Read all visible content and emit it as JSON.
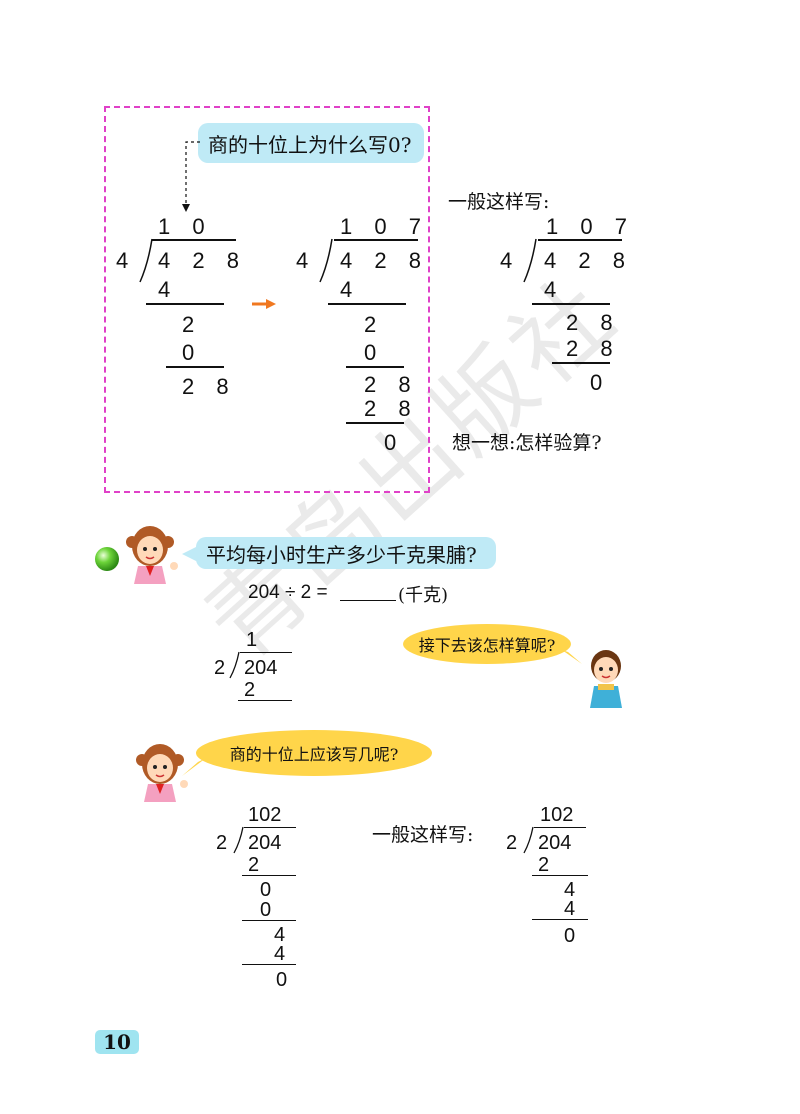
{
  "box": {
    "question": "商的十位上为什么写0?",
    "div1": {
      "quotient": "1 0",
      "divisor": "4",
      "dividend": "4 2 8",
      "r1": "4",
      "r2": "2",
      "r3": "0",
      "r4": "2 8"
    },
    "div2": {
      "quotient": "1 0 7",
      "divisor": "4",
      "dividend": "4 2 8",
      "r1": "4",
      "r2": "2",
      "r3": "0",
      "r4": "2 8",
      "r5": "2 8",
      "r6": "0"
    }
  },
  "right": {
    "general": "一般这样写:",
    "div": {
      "quotient": "1 0 7",
      "divisor": "4",
      "dividend": "4 2 8",
      "r1": "4",
      "r2": "2 8",
      "r3": "2 8",
      "r4": "0"
    },
    "think": "想一想:怎样验算?"
  },
  "section2": {
    "question": "平均每小时生产多少千克果脯?",
    "equation": "204 ÷ 2 =",
    "unit": "(千克)",
    "div": {
      "quotient": "1",
      "divisor": "2",
      "dividend": "204",
      "r1": "2"
    },
    "boy_question": "接下去该怎样算呢?"
  },
  "section3": {
    "question": "商的十位上应该写几呢?",
    "div1": {
      "quotient": "102",
      "divisor": "2",
      "dividend": "204",
      "r1": "2",
      "r2": "0",
      "r3": "0",
      "r4": "4",
      "r5": "4",
      "r6": "0"
    },
    "general": "一般这样写:",
    "div2": {
      "quotient": "102",
      "divisor": "2",
      "dividend": "204",
      "r1": "2",
      "r2": "4",
      "r3": "4",
      "r4": "0"
    }
  },
  "watermark": "青岛出版社",
  "page_number": "10",
  "colors": {
    "dash_border": "#e040c8",
    "bubble": "#bfeaf6",
    "oval": "#ffd54a",
    "arrow": "#f07820",
    "page_tab": "#9fe4f0"
  }
}
